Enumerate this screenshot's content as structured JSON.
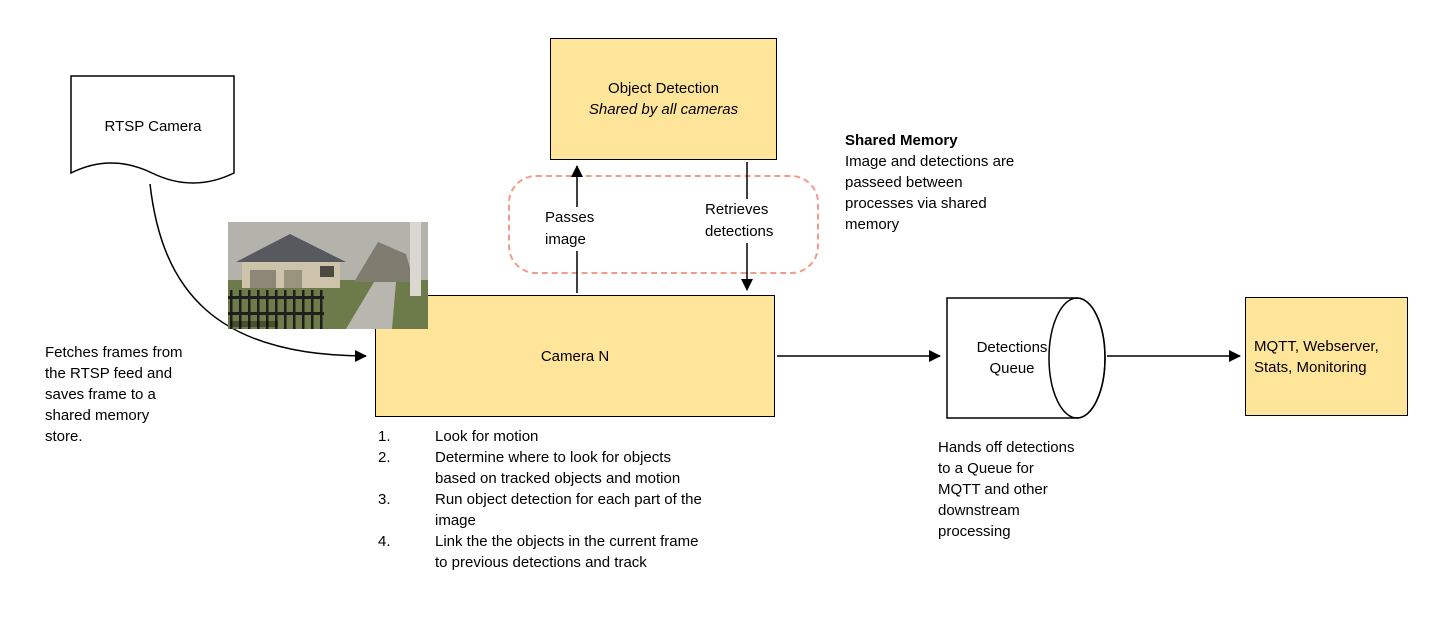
{
  "diagram": {
    "rtsp": {
      "label": "RTSP Camera"
    },
    "fetch_note": "Fetches frames from\nthe RTSP feed and\nsaves frame to a\nshared memory\nstore.",
    "object_detection": {
      "title": "Object Detection",
      "subtitle": "Shared by all cameras"
    },
    "shared_memory_note": {
      "title": "Shared Memory",
      "body": "Image and detections are\npasseed between\nprocesses via shared\nmemory"
    },
    "edge_labels": {
      "passes_image": "Passes\nimage",
      "retrieves_detections": "Retrieves\ndetections"
    },
    "camera_n": {
      "label": "Camera N",
      "steps": [
        {
          "num": "1.",
          "text": "Look for motion"
        },
        {
          "num": "2.",
          "text": "Determine where to look for objects\nbased on tracked objects and motion"
        },
        {
          "num": "3.",
          "text": "Run object detection for each part of the\nimage"
        },
        {
          "num": "4.",
          "text": "Link the the objects in the current frame\nto previous detections and track"
        }
      ]
    },
    "detections_queue": {
      "label": "Detections\nQueue",
      "note": "Hands off detections\nto a Queue for\nMQTT and other\ndownstream\nprocessing"
    },
    "outputs": {
      "label": "MQTT, Webserver,\nStats, Monitoring"
    }
  },
  "colors": {
    "node_fill": "#ffe599",
    "node_stroke": "#000000",
    "shared_memory_dash": "#f19c8c",
    "arrow": "#000000",
    "background": "#ffffff"
  }
}
